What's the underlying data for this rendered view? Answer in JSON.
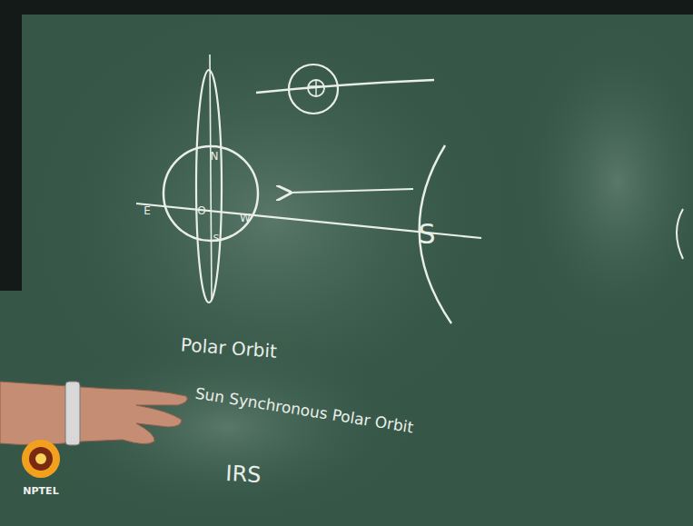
{
  "diagram": {
    "labels": [
      "N",
      "E",
      "O",
      "W",
      "S",
      "S",
      "Polar Orbit",
      "Sun Synchronous Polar Orbit",
      "IRS",
      "NPTEL"
    ]
  }
}
